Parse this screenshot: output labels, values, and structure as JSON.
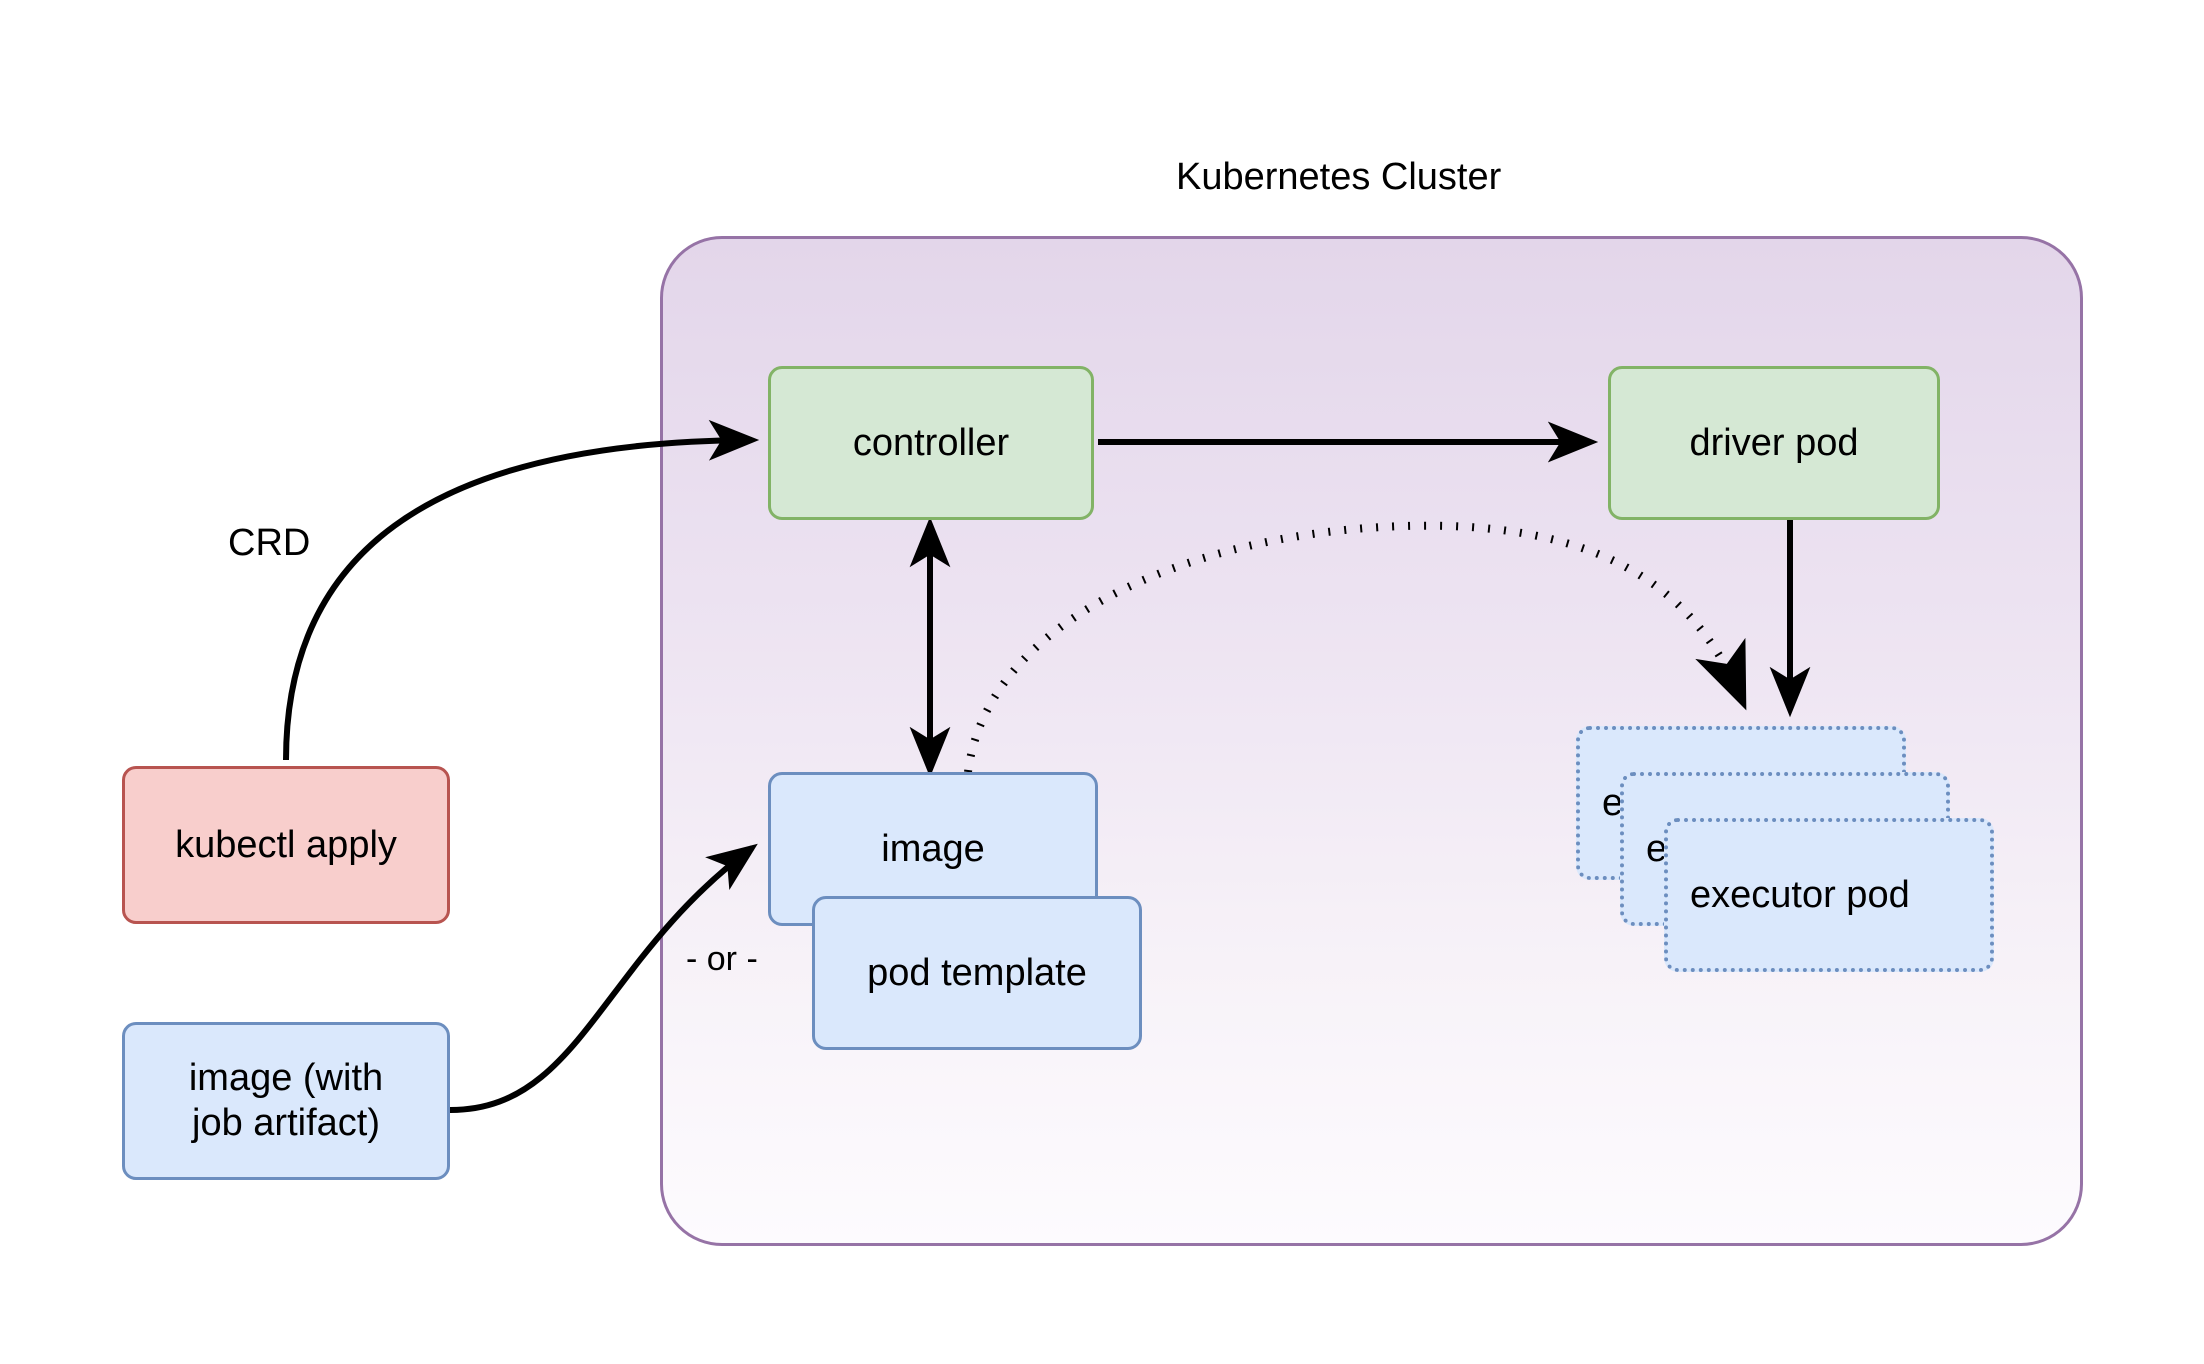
{
  "diagram": {
    "title": "Kubernetes Cluster",
    "cluster": {
      "label": "Kubernetes Cluster",
      "border_color": "#9673a6",
      "fill_top": "#e3d6ea",
      "fill_bottom": "#fdfbfe"
    },
    "external_nodes": [
      {
        "id": "kubectl-apply",
        "label": "kubectl apply",
        "fill": "#f8cecc",
        "stroke": "#b85450",
        "style": "solid"
      },
      {
        "id": "image-with-job-artifact",
        "label": "image (with\njob artifact)",
        "line1": "image (with",
        "line2": "job artifact)",
        "fill": "#dae8fc",
        "stroke": "#6c8ebf",
        "style": "solid"
      }
    ],
    "cluster_nodes": [
      {
        "id": "controller",
        "label": "controller",
        "fill": "#d5e8d4",
        "stroke": "#82b366",
        "style": "solid"
      },
      {
        "id": "driver-pod",
        "label": "driver pod",
        "fill": "#d5e8d4",
        "stroke": "#82b366",
        "style": "solid"
      },
      {
        "id": "image",
        "label": "image",
        "fill": "#dae8fc",
        "stroke": "#6c8ebf",
        "style": "solid"
      },
      {
        "id": "pod-template",
        "label": "pod template",
        "fill": "#dae8fc",
        "stroke": "#6c8ebf",
        "style": "solid"
      }
    ],
    "executor_stack": {
      "label": "executor pod",
      "count": 3,
      "fill": "#dae8fc",
      "stroke": "#6c8ebf",
      "style": "dotted"
    },
    "edge_labels": [
      {
        "id": "crd",
        "text": "CRD"
      },
      {
        "id": "or",
        "text": "- or -"
      }
    ],
    "edges": [
      {
        "id": "kubectl-to-controller",
        "from": "kubectl apply",
        "to": "controller",
        "label": "CRD",
        "style": "solid",
        "arrow": "single"
      },
      {
        "id": "controller-to-driver",
        "from": "controller",
        "to": "driver pod",
        "label": "",
        "style": "solid",
        "arrow": "single"
      },
      {
        "id": "controller-image-bidi",
        "from": "controller",
        "to": "image",
        "label": "",
        "style": "solid",
        "arrow": "double"
      },
      {
        "id": "image-to-executor",
        "from": "image",
        "to": "executor pod",
        "label": "",
        "style": "dotted",
        "arrow": "single"
      },
      {
        "id": "driver-to-executor",
        "from": "driver pod",
        "to": "executor pod",
        "label": "",
        "style": "solid",
        "arrow": "single"
      },
      {
        "id": "artifact-to-image",
        "from": "image (with job artifact)",
        "to": "image",
        "label": "",
        "style": "solid",
        "arrow": "single"
      }
    ]
  }
}
